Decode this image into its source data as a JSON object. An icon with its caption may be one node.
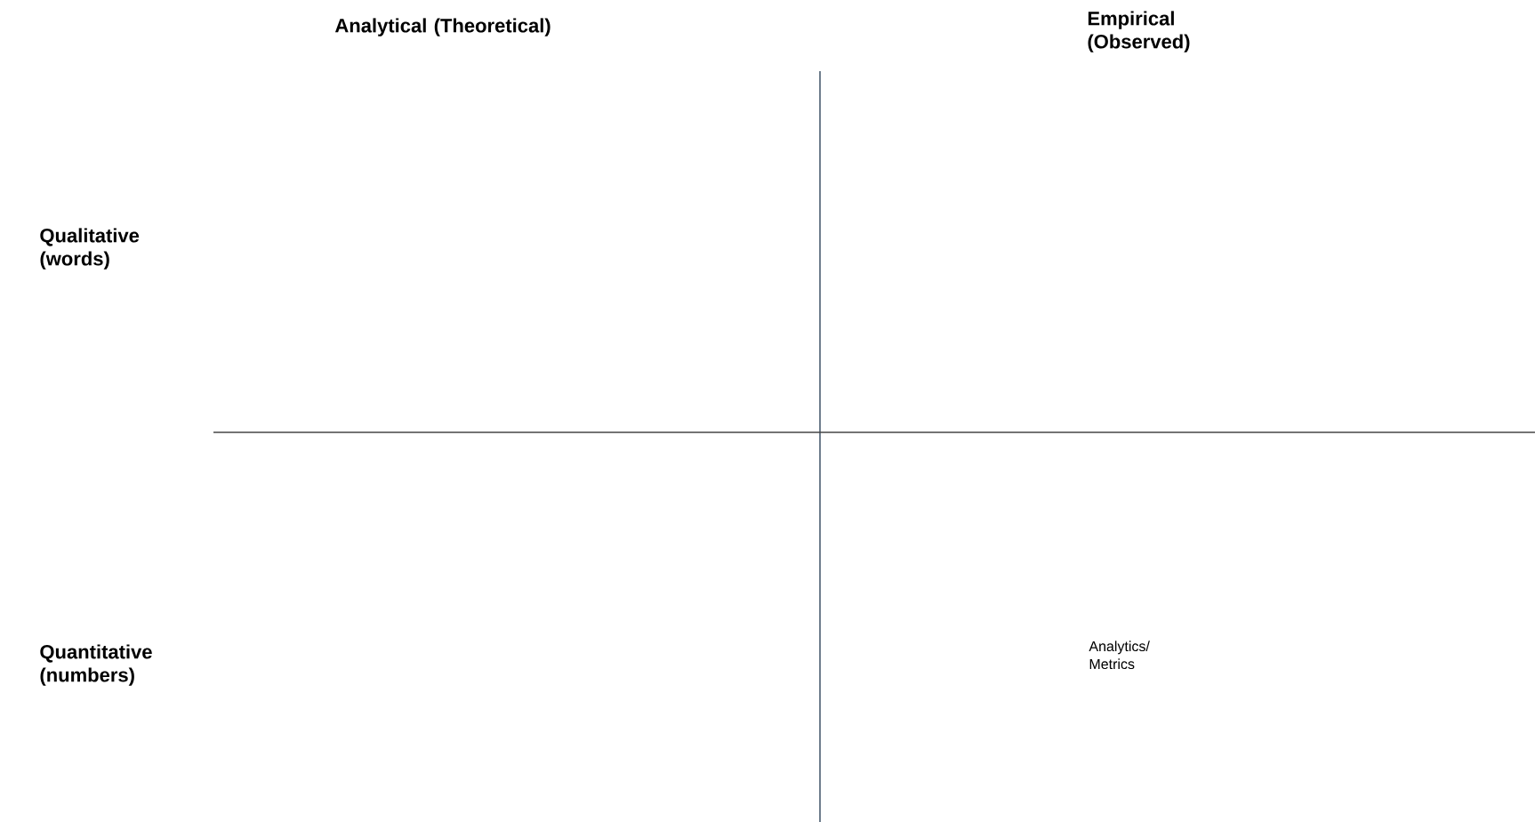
{
  "diagram": {
    "labels": [
      "Analytical (Theoretical)",
      "Empirical (Observed)",
      "Qualitative (words)",
      "Quantitative (numbers)",
      "Analytics/ Metrics"
    ]
  }
}
